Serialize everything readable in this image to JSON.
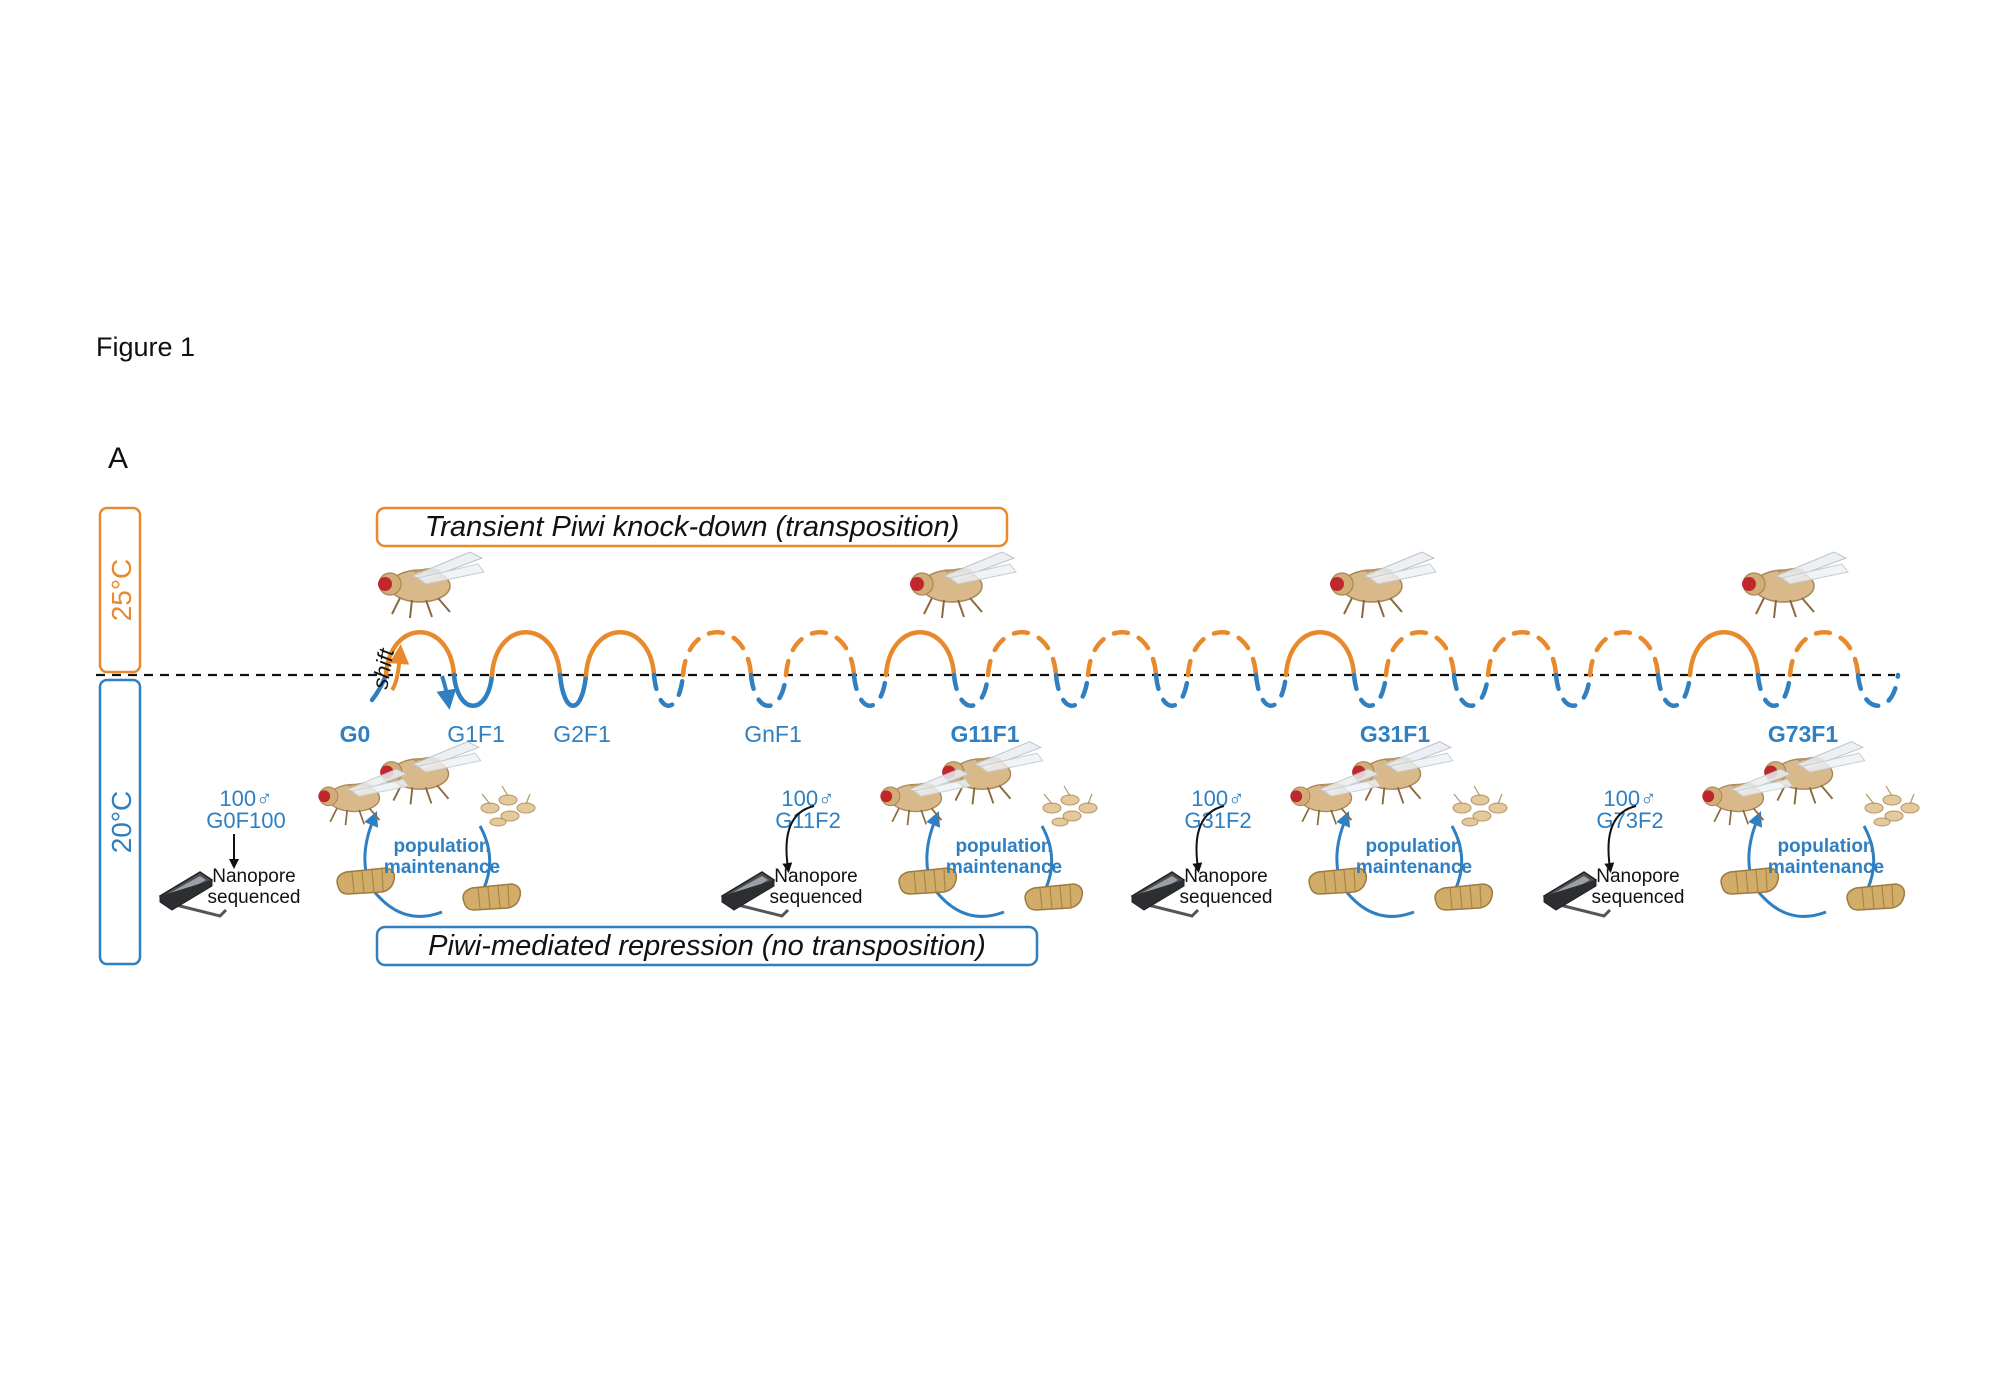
{
  "figure_title": "Figure 1",
  "panel_label": "A",
  "temps": {
    "high": "25°C",
    "low": "20°C"
  },
  "boxes": {
    "top": "Transient Piwi knock-down (transposition)",
    "bottom": "Piwi-mediated repression (no transposition)"
  },
  "shift_label": "shift",
  "generations": {
    "g0": "G0",
    "g1": "G1F1",
    "g2": "G2F1",
    "gn": "GnF1",
    "g11": "G11F1",
    "g31": "G31F1",
    "g73": "G73F1"
  },
  "samples": [
    {
      "count": "100♂",
      "gen": "G0F100"
    },
    {
      "count": "100♂",
      "gen": "G11F2"
    },
    {
      "count": "100♂",
      "gen": "G31F2"
    },
    {
      "count": "100♂",
      "gen": "G73F2"
    }
  ],
  "nanopore": {
    "line1": "Nanopore",
    "line2": "sequenced"
  },
  "maintenance": {
    "line1": "population",
    "line2": "maintenance"
  },
  "colors": {
    "orange": "#e8892b",
    "blue": "#2f7fc1",
    "text": "#111111"
  }
}
